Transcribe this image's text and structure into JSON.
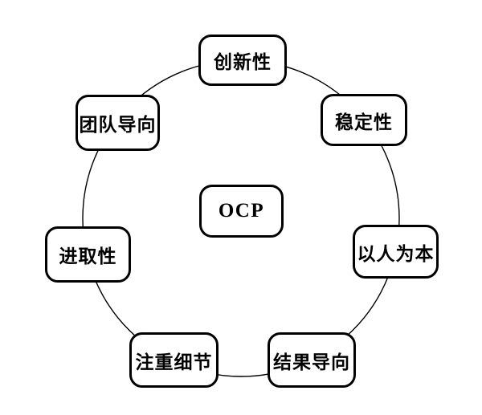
{
  "diagram": {
    "center_node": {
      "label": "OCP"
    },
    "ring_nodes": [
      {
        "id": "innovation",
        "label": "创新性",
        "position": "top"
      },
      {
        "id": "stability",
        "label": "稳定性",
        "position": "top-right"
      },
      {
        "id": "people-oriented",
        "label": "以人为本",
        "position": "right"
      },
      {
        "id": "results-oriented",
        "label": "结果导向",
        "position": "bottom-right"
      },
      {
        "id": "attention-to-detail",
        "label": "注重细节",
        "position": "bottom-left"
      },
      {
        "id": "aggressiveness",
        "label": "进取性",
        "position": "left"
      },
      {
        "id": "team-orientation",
        "label": "团队导向",
        "position": "top-left"
      }
    ],
    "colors": {
      "background": "#ffffff",
      "box_fill": "#ffffff",
      "box_border": "#000000",
      "ring_line": "#000000",
      "text": "#000000"
    }
  }
}
